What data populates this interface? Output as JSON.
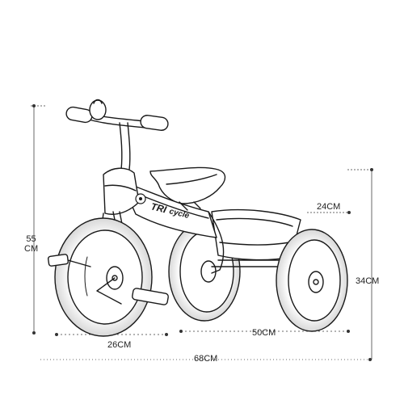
{
  "dimensions": {
    "total_height": {
      "value": "55",
      "unit": "CM"
    },
    "seat_depth": "24CM",
    "rear_height": "34CM",
    "front_wheel": "26CM",
    "rear_width": "50CM",
    "total_length": "68CM"
  },
  "logo": {
    "part1": "TRI",
    "part2": "cycle"
  },
  "colors": {
    "line": "#1a1a1a",
    "dim_line": "#6a6a6a",
    "dim_point": "#333333"
  }
}
